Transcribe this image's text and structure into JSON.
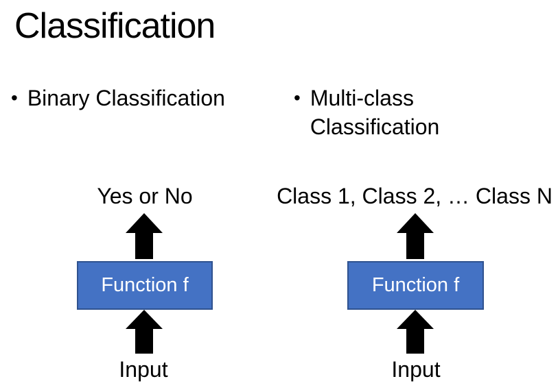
{
  "slide": {
    "title": "Classification",
    "bullet_char": "•",
    "bullets": [
      {
        "label": "Binary Classification"
      },
      {
        "label": "Multi-class Classification"
      }
    ],
    "diagrams": [
      {
        "output_label": "Yes or No",
        "box_label": "Function f",
        "input_label": "Input"
      },
      {
        "output_label": "Class 1, Class 2, … Class N",
        "box_label": "Function f",
        "input_label": "Input"
      }
    ],
    "colors": {
      "background": "#FFFFFF",
      "text": "#000000",
      "box_fill": "#4472C4",
      "box_border": "#2F528F",
      "arrow": "#000000",
      "box_text": "#FFFFFF"
    }
  }
}
